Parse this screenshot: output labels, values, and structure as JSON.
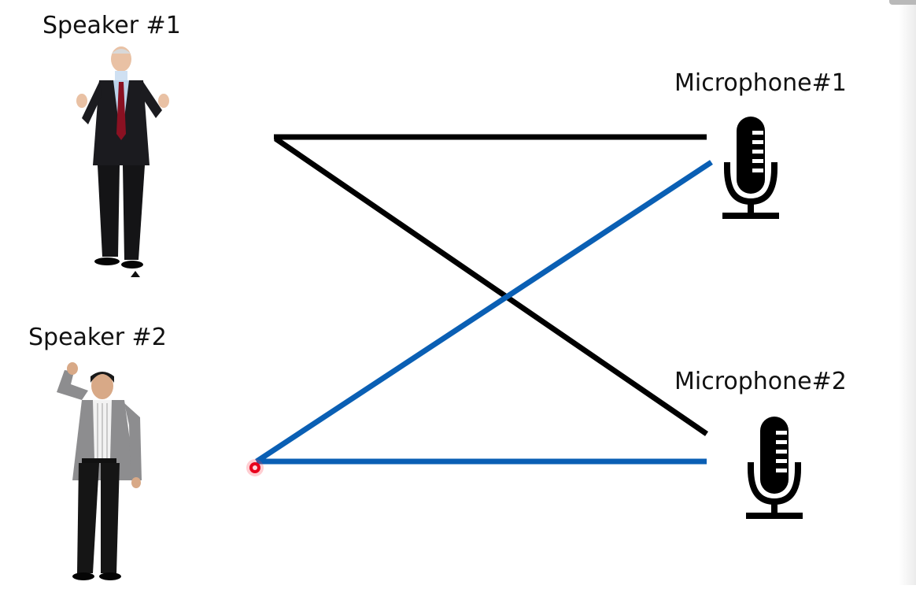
{
  "speakers": [
    {
      "id": "speaker-1",
      "label": "Speaker #1"
    },
    {
      "id": "speaker-2",
      "label": "Speaker #2"
    }
  ],
  "microphones": [
    {
      "id": "microphone-1",
      "label": "Microphone#1"
    },
    {
      "id": "microphone-2",
      "label": "Microphone#2"
    }
  ],
  "colors": {
    "speaker1_path": "#000000",
    "speaker2_path": "#0a5fb4",
    "pointer": "#e8001c",
    "mic_icon": "#000000"
  },
  "icons": {
    "microphone": "microphone-icon",
    "person": "person-figure",
    "pointer": "laser-pointer-dot"
  }
}
